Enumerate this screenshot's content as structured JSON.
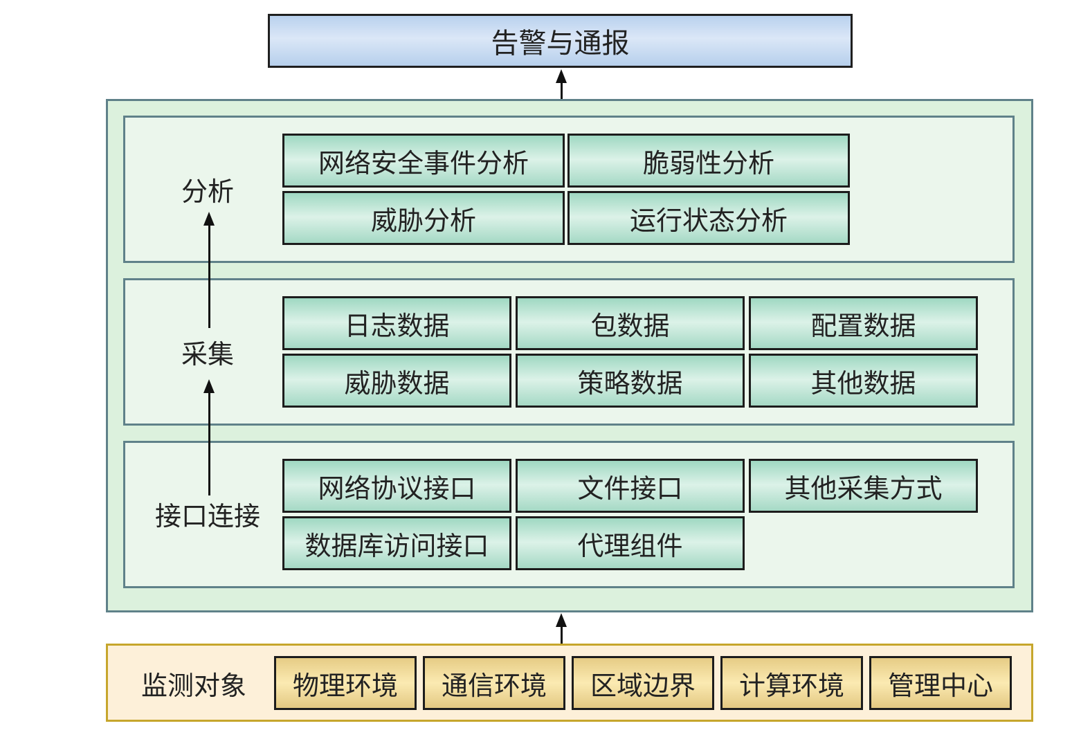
{
  "top": {
    "label": "告警与通报",
    "color": "#c8daf2"
  },
  "platform": {
    "layers": [
      {
        "name": "analysis",
        "label": "分析",
        "items": [
          "网络安全事件分析",
          "脆弱性分析",
          "威胁分析",
          "运行状态分析"
        ]
      },
      {
        "name": "collection",
        "label": "采集",
        "items": [
          "日志数据",
          "包数据",
          "配置数据",
          "威胁数据",
          "策略数据",
          "其他数据"
        ]
      },
      {
        "name": "interface",
        "label": "接口连接",
        "items": [
          "网络协议接口",
          "文件接口",
          "其他采集方式",
          "数据库访问接口",
          "代理组件"
        ]
      }
    ],
    "colors": {
      "outer": "#dcf1dd",
      "layer": "#ebf6ec",
      "border": "#5f8189",
      "box": "#b9e3d2"
    }
  },
  "monitor": {
    "label": "监测对象",
    "items": [
      "物理环境",
      "通信环境",
      "区域边界",
      "计算环境",
      "管理中心"
    ],
    "colors": {
      "background": "#fdf0d9",
      "border": "#c6a62c",
      "box": "#f1d99a"
    }
  }
}
